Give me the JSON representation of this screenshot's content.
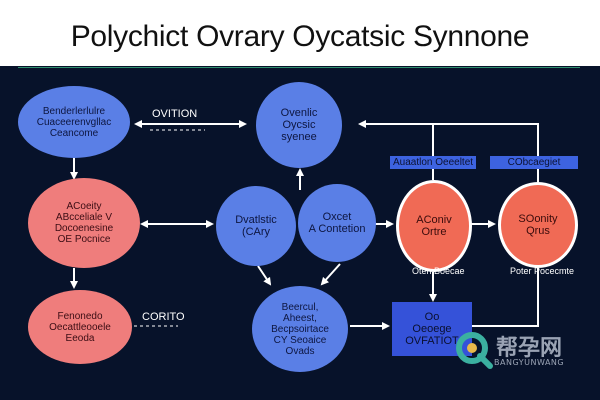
{
  "title": "Polychict Ovrary Oycatsic Synnone",
  "nodes": {
    "top_left": "Benderlerlulre\nCuaceerenvgllac\nCeancome",
    "center_top": "Ovenlic\nOycsic\nsyenee",
    "left_mid": "ACoeity\nABcceliale V\nDocoenesine\nOE Pocnice",
    "center_left": "Dvatlstic\n(CAry",
    "center_right": "Oxcet\nA Contetion",
    "right_a": "AConiv\nOrtre",
    "right_b": "SOonity\nQrus",
    "bottom_left": "Fenonedo\nOecattleooele\nEeoda",
    "bottom_center": "Beercul,\nAheest,\nBecpsoirtace\nCY Seoaice\nOvads",
    "rect": "Oo\nOeoege\nOVFATIOT"
  },
  "labels": {
    "edge_top": "OVITION",
    "edge_bottom": "CORITO",
    "box_a": "Auaatlon Oeeeltet",
    "box_b": "CObcaegiet",
    "under_a": "Oten Boecae",
    "under_b": "Poter Pocecmte"
  },
  "watermark": {
    "logo_text": "帮孕网",
    "sub_text": "BANGYUNWANG"
  },
  "colors": {
    "background": "#07122a",
    "node_blue": "#5a7fe6",
    "node_salmon": "#ef7d7c",
    "node_orange_red": "#f06a55",
    "rect_blue": "#3552d9",
    "arrow": "#ffffff"
  }
}
